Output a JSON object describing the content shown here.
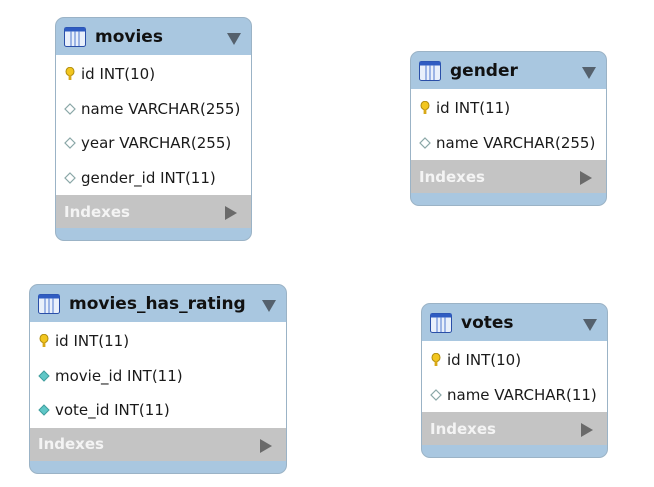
{
  "diagram": {
    "tables": [
      {
        "name": "movies",
        "columns": [
          {
            "text": "id INT(10)",
            "kind": "primary-key"
          },
          {
            "text": "name VARCHAR(255)",
            "kind": "column"
          },
          {
            "text": "year VARCHAR(255)",
            "kind": "column"
          },
          {
            "text": "gender_id INT(11)",
            "kind": "column"
          }
        ],
        "indexes_label": "Indexes"
      },
      {
        "name": "gender",
        "columns": [
          {
            "text": "id INT(11)",
            "kind": "primary-key"
          },
          {
            "text": "name VARCHAR(255)",
            "kind": "column"
          }
        ],
        "indexes_label": "Indexes"
      },
      {
        "name": "movies_has_rating",
        "columns": [
          {
            "text": "id INT(11)",
            "kind": "primary-key"
          },
          {
            "text": "movie_id INT(11)",
            "kind": "foreign-key"
          },
          {
            "text": "vote_id INT(11)",
            "kind": "foreign-key"
          }
        ],
        "indexes_label": "Indexes"
      },
      {
        "name": "votes",
        "columns": [
          {
            "text": "id INT(10)",
            "kind": "primary-key"
          },
          {
            "text": "name VARCHAR(11)",
            "kind": "column"
          }
        ],
        "indexes_label": "Indexes"
      }
    ]
  },
  "colors": {
    "header": "#a9c7e0",
    "indexes_bar": "#c4c4c4",
    "key_icon": "#f2c61f",
    "fk_icon": "#5fc7c7"
  }
}
